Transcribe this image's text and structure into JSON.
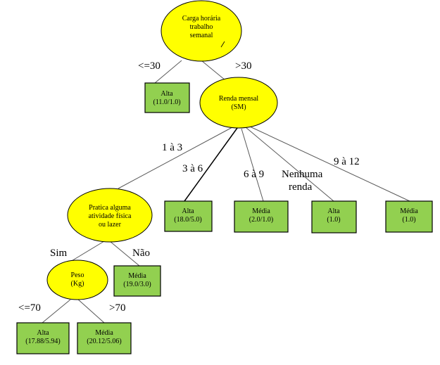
{
  "decision_nodes": {
    "root": [
      "Carga horária",
      "trabalho",
      "semanal"
    ],
    "renda": [
      "Renda mensal",
      "(SM)"
    ],
    "atividade": [
      "Pratica alguma",
      "atividade física",
      "ou lazer"
    ],
    "peso": [
      "Peso",
      "(Kg)"
    ]
  },
  "leaf_nodes": {
    "leaf_root_le30": [
      "Alta",
      "(11.0/1.0)"
    ],
    "leaf_renda_3a6": [
      "Alta",
      "(18.0/5.0)"
    ],
    "leaf_renda_6a9": [
      "Média",
      "(2.0/1.0)"
    ],
    "leaf_renda_nenhuma": [
      "Alta",
      "(1.0)"
    ],
    "leaf_renda_9a12": [
      "Média",
      "(1.0)"
    ],
    "leaf_atividade_nao": [
      "Média",
      "(19.0/3.0)"
    ],
    "leaf_peso_le70": [
      "Alta",
      "(17.88/5.94)"
    ],
    "leaf_peso_gt70": [
      "Média",
      "(20.12/5.06)"
    ]
  },
  "edge_labels": {
    "root_le30": "<=30",
    "root_gt30": ">30",
    "renda_1a3": "1 à 3",
    "renda_3a6": "3 à 6",
    "renda_6a9": "6 à 9",
    "renda_nenhuma": [
      "Nenhuma",
      "renda"
    ],
    "renda_9a12": "9 à 12",
    "atividade_sim": "Sim",
    "atividade_nao": "Não",
    "peso_le70": "<=70",
    "peso_gt70": ">70"
  },
  "colors": {
    "decision_fill": "#ffff00",
    "leaf_fill": "#92d050",
    "stroke": "#000000",
    "edge": "#595959"
  }
}
